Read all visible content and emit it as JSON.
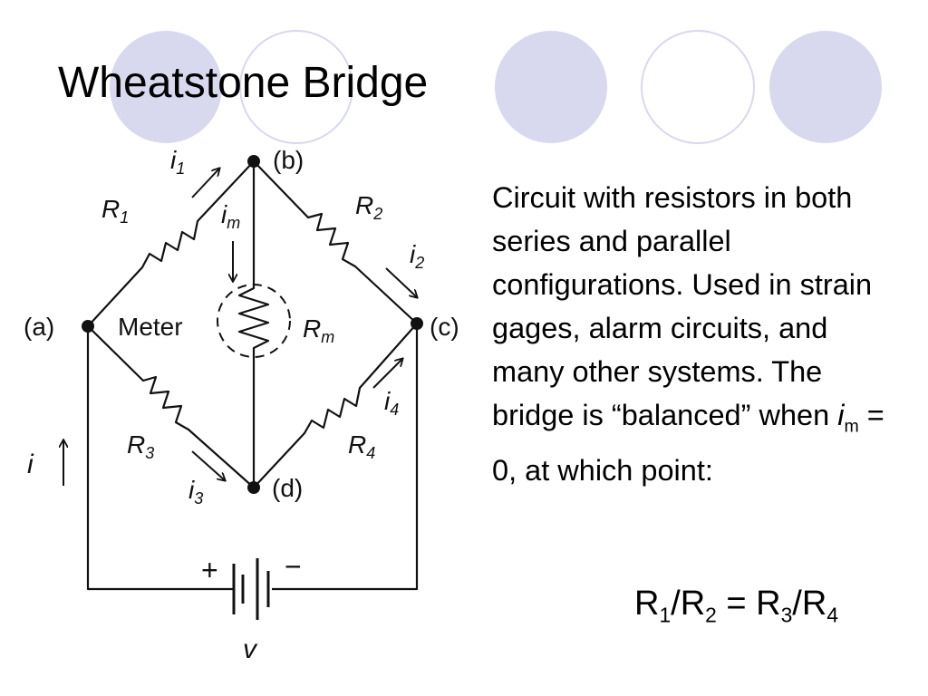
{
  "title": "Wheatstone Bridge",
  "theme_colors": {
    "circle_fill": "#d8d8ef",
    "circle_outline": "#d8d8ef",
    "ink": "#111111"
  },
  "diagram": {
    "nodes": {
      "a": "(a)",
      "b": "(b)",
      "c": "(c)",
      "d": "(d)"
    },
    "resistors": {
      "r1": "R",
      "r1_sub": "1",
      "r2": "R",
      "r2_sub": "2",
      "r3": "R",
      "r3_sub": "3",
      "r4": "R",
      "r4_sub": "4",
      "rm": "R",
      "rm_sub": "m"
    },
    "currents": {
      "i1": "i",
      "i1_sub": "1",
      "i2": "i",
      "i2_sub": "2",
      "i3": "i",
      "i3_sub": "3",
      "i4": "i",
      "i4_sub": "4",
      "im": "i",
      "im_sub": "m",
      "i": "i"
    },
    "meter_label": "Meter",
    "battery": {
      "plus": "+",
      "minus": "−",
      "voltage": "v"
    }
  },
  "body": {
    "text_before": "Circuit with resistors in both series and parallel configurations. Used in strain gages, alarm circuits, and many other systems. The bridge is “balanced” when ",
    "var": "i",
    "var_sub": "m",
    "text_after": " = 0, at which point:"
  },
  "formula": {
    "r1": "R",
    "r1_sub": "1",
    "slash1": "/",
    "r2": "R",
    "r2_sub": "2",
    "equals": " = ",
    "r3": "R",
    "r3_sub": "3",
    "slash2": "/",
    "r4": "R",
    "r4_sub": "4"
  }
}
